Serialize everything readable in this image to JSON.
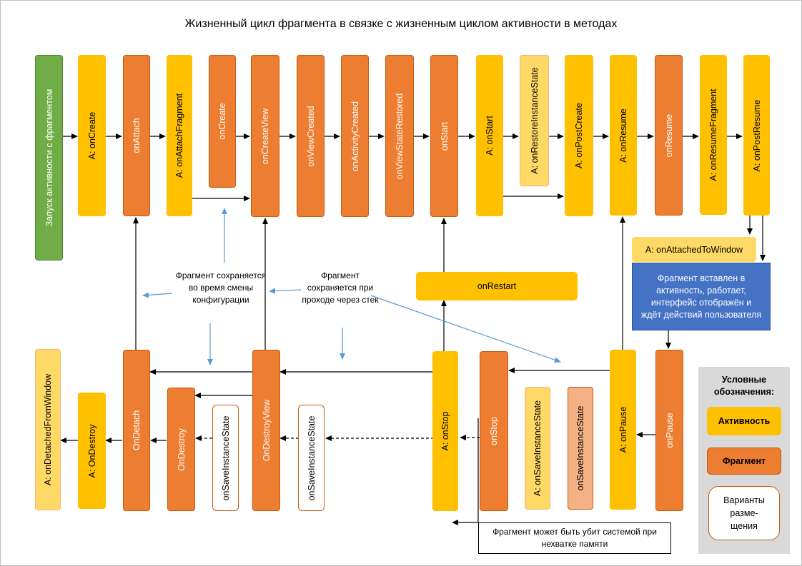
{
  "title": "Жизненный цикл фрагмента в связке с жизненным циклом активности в методах",
  "top_row": {
    "start": "Запуск активности с фрагментом",
    "a_oncreate": "A: onCreate",
    "onattach": "onAttach",
    "a_onattachfragment": "A: onAttachFragment",
    "oncreate": "onCreate",
    "oncreateview": "onCreateView",
    "onviewcreated": "onViewCreated",
    "onactivitycreated": "onActivityCreated",
    "onviewstaterestored": "onViewStateRestored",
    "onstart": "onStart",
    "a_onstart": "A: onStart",
    "a_onrestoreinstancestate": "A: onRestoreInstanceState",
    "a_onpostcreate": "A: onPostCreate",
    "a_onresume": "A: onResume",
    "onresume": "onResume",
    "a_onresumefragment": "A: onResumeFragment",
    "a_onpostresume": "A: onPostResume"
  },
  "middle": {
    "a_onattachedtowindow": "A: onAttachedToWindow",
    "running_box": "Фрагмент вставлен в активность, работает, интерфейс отображён и ждёт действий пользователя",
    "onrestart": "onRestart",
    "note_config": "Фрагмент сохраняется во время смены конфигурации",
    "note_stack": "Фрагмент сохраняется при проходе через стек"
  },
  "bottom_row": {
    "a_ondetachedfromwindow": "A: onDetachedFromWindow",
    "a_ondestroy": "A: OnDestroy",
    "ondetach": "OnDetach",
    "ondestroy": "OnDestroy",
    "onsaveinstancestate_1": "onSaveInstanceState",
    "ondestroyview": "OnDestroyView",
    "onsaveinstancestate_2": "onSaveInstanceState",
    "a_onstop": "A: onStop",
    "onstop": "onStop",
    "a_onsaveinstancestate": "A: onSaveInstanceState",
    "onsaveinstancestate_3": "onSaveInstanceState",
    "a_onpause": "A: onPause",
    "onpause": "onPause",
    "killed_note": "Фрагмент может быть убит системой при нехватке памяти"
  },
  "legend": {
    "title": "Условные обозначения:",
    "activity": "Активность",
    "fragment": "Фрагмент",
    "variants": "Варианты разме-щения"
  },
  "colors": {
    "activity": "#ffc000",
    "fragment": "#ed7d31",
    "activity_light": "#ffd966",
    "fragment_light": "#f4b183",
    "start": "#70ad47",
    "running": "#4472c4",
    "note_arrow": "#5b9bd5"
  }
}
